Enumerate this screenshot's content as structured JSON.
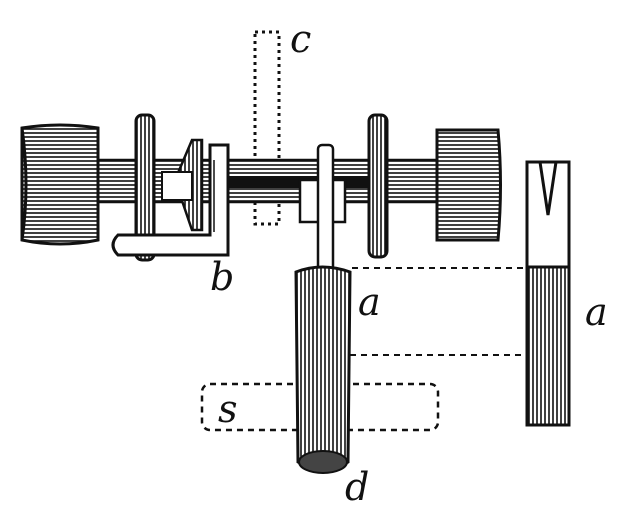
{
  "figure": {
    "labels": {
      "c": "c",
      "b": "b",
      "a_rod": "a",
      "a_side": "a",
      "s": "s",
      "d": "d"
    },
    "colors": {
      "ink": "#111111",
      "paper": "#ffffff"
    }
  }
}
